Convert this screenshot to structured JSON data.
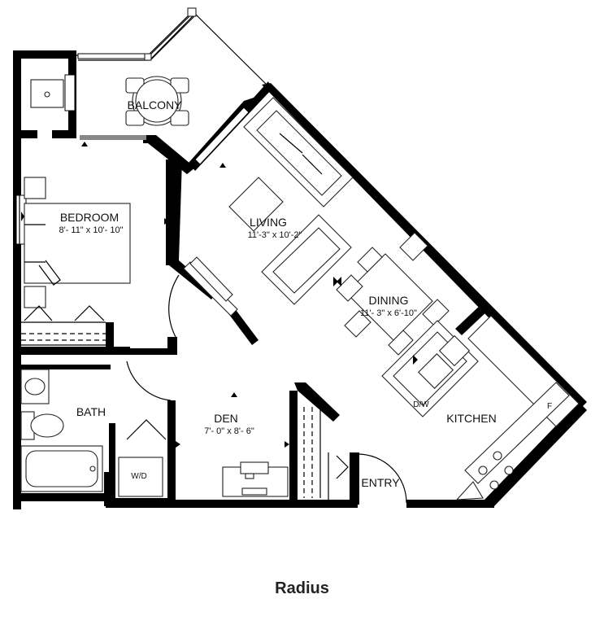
{
  "rooms": {
    "balcony": {
      "name": "BALCONY"
    },
    "bedroom": {
      "name": "BEDROOM",
      "dims": "8'- 11\" x 10'- 10\""
    },
    "living": {
      "name": "LIVING",
      "dims": "11'-3\" x 10'-2\""
    },
    "dining": {
      "name": "DINING",
      "dims": "11'- 3\" x 6'-10\""
    },
    "kitchen": {
      "name": "KITCHEN"
    },
    "bath": {
      "name": "BATH"
    },
    "den": {
      "name": "DEN",
      "dims": "7'- 0\" x 8'- 6\""
    },
    "entry": {
      "name": "ENTRY"
    }
  },
  "fixtures": {
    "dishwasher": "D/W",
    "fridge": "F",
    "washer_dryer": "W/D"
  },
  "caption": "Radius"
}
